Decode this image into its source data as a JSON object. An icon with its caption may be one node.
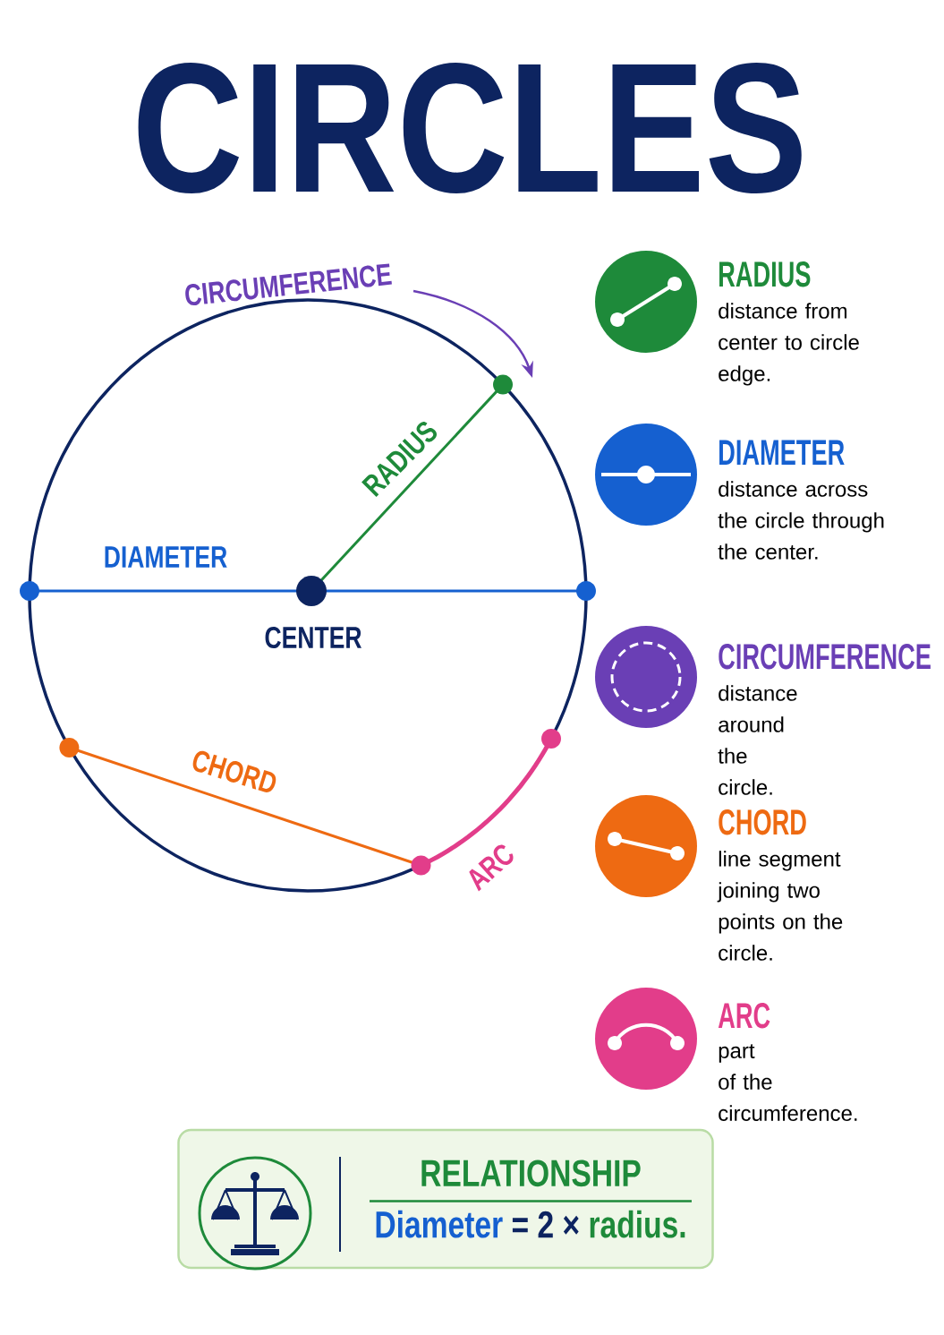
{
  "diagram": {
    "title": "CIRCLES",
    "nodes": [
      {
        "text": [
          "RELATIONSHIP",
          "Diameter",
          "= 2 ×",
          "radius."
        ]
      }
    ],
    "labels": [
      "CIRCUMFERENCE",
      "RADIUS",
      "DIAMETER",
      "CENTER",
      "CHORD",
      "ARC",
      "RADIUS",
      "distance from center to circle edge.",
      "DIAMETER",
      "distance across the circle through the center.",
      "CIRCUMFERENCE",
      "distance around the circle.",
      "CHORD",
      "line segment joining two points on the circle.",
      "ARC",
      "part of the circumference."
    ]
  }
}
